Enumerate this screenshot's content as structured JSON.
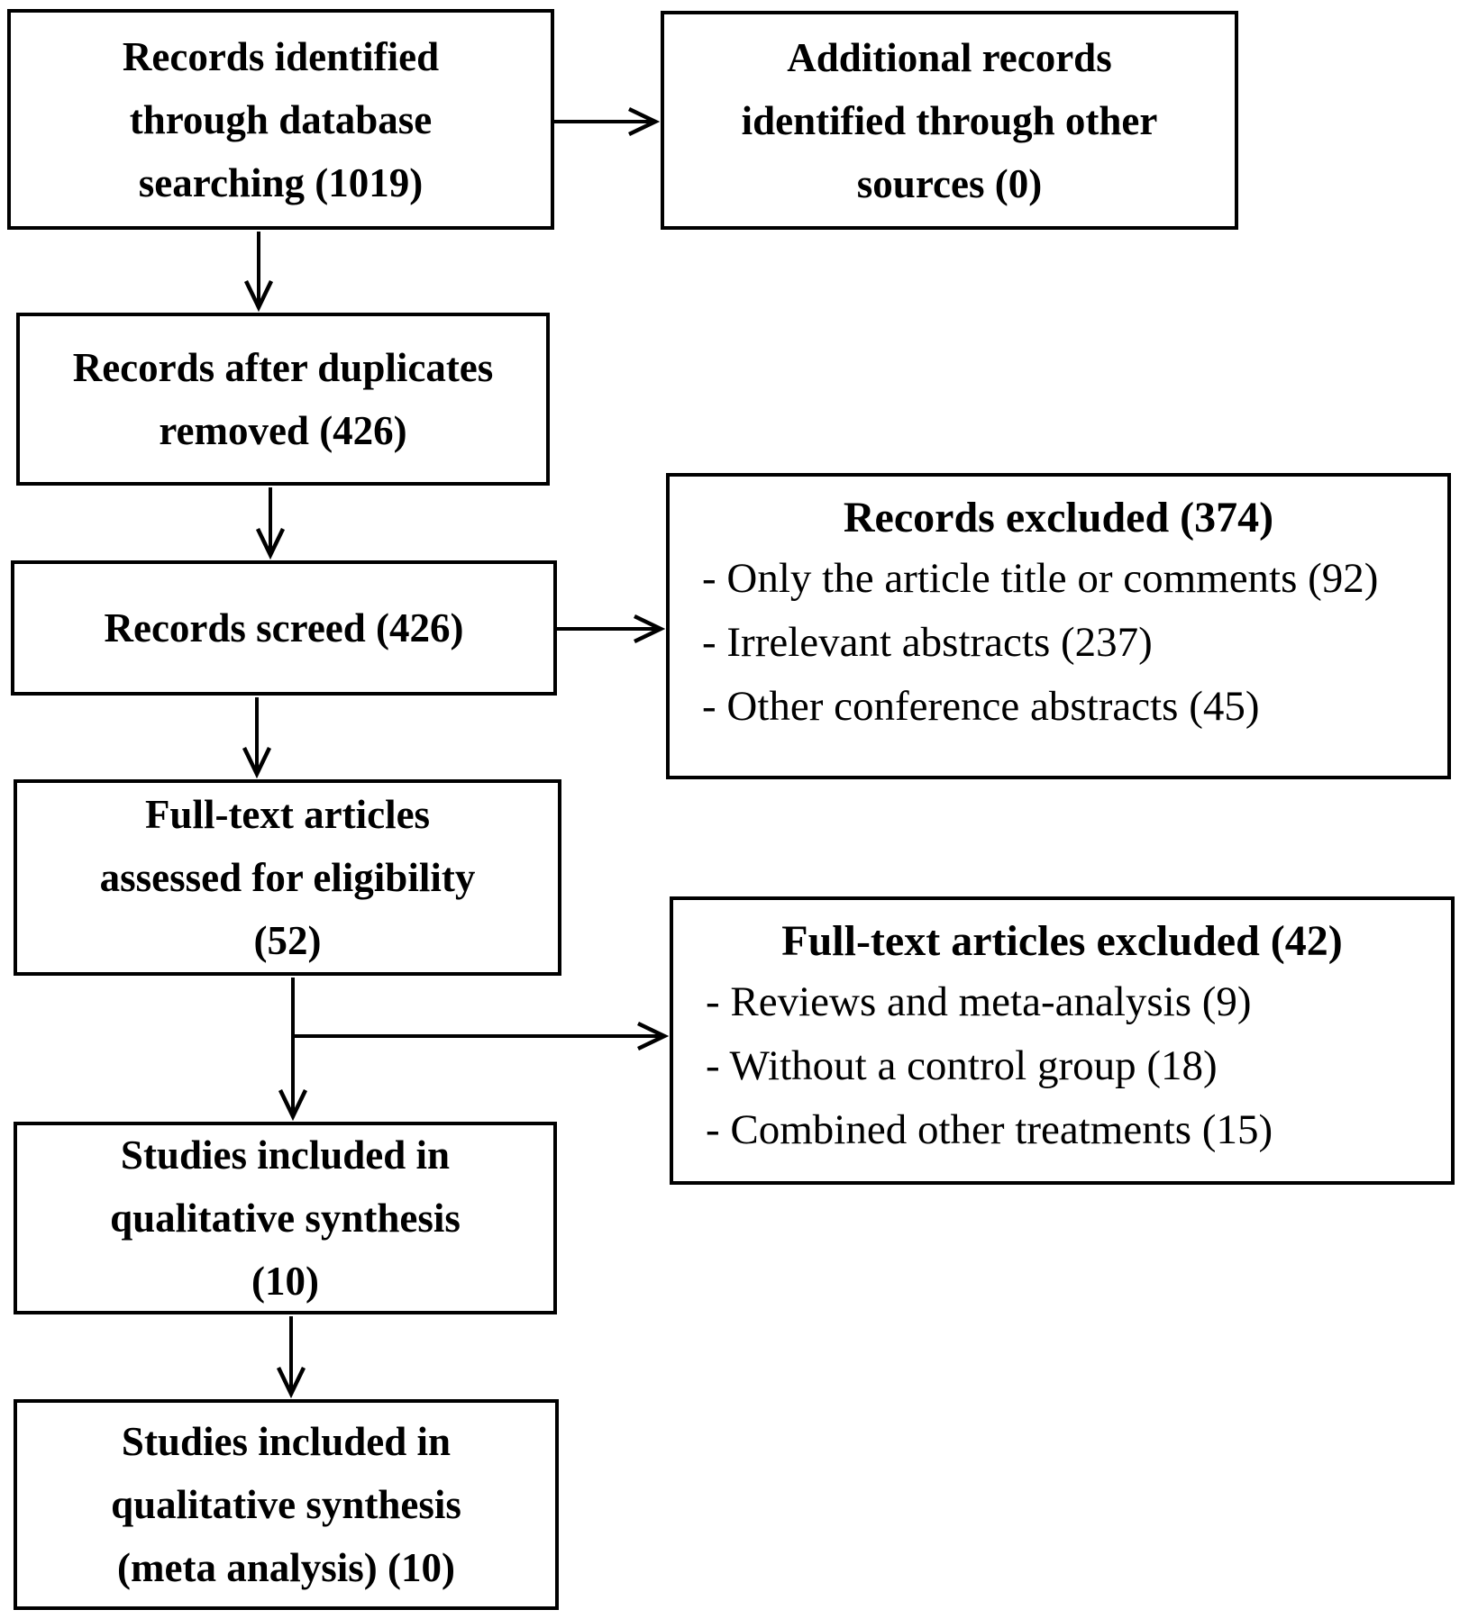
{
  "figure": {
    "type": "prisma-flow-diagram"
  },
  "colors": {
    "background": "#ffffff",
    "box_border": "#000000",
    "text": "#000000",
    "arrow": "#000000"
  },
  "boxes": {
    "records_identified": {
      "lines": [
        "Records identified",
        "through database",
        "searching (1019)"
      ]
    },
    "additional_records": {
      "lines": [
        "Additional records",
        "identified through other",
        "sources (0)"
      ]
    },
    "duplicates_removed": {
      "lines": [
        "Records after duplicates",
        "removed (426)"
      ]
    },
    "records_screened": {
      "lines": [
        "Records screed (426)"
      ]
    },
    "records_excluded": {
      "title": "Records excluded (374)",
      "items": [
        "- Only the article title or comments (92)",
        "- Irrelevant abstracts (237)",
        "- Other conference abstracts (45)"
      ]
    },
    "fulltext_assessed": {
      "lines": [
        "Full-text articles",
        "assessed for eligibility",
        "(52)"
      ]
    },
    "fulltext_excluded": {
      "title": "Full-text articles excluded (42)",
      "items": [
        "- Reviews and meta-analysis (9)",
        "- Without a control group (18)",
        "- Combined other treatments (15)"
      ]
    },
    "qualitative_synthesis": {
      "lines": [
        "Studies included in",
        "qualitative synthesis",
        "(10)"
      ]
    },
    "meta_analysis": {
      "lines": [
        "Studies included in",
        "qualitative synthesis",
        "(meta analysis) (10)"
      ]
    }
  }
}
